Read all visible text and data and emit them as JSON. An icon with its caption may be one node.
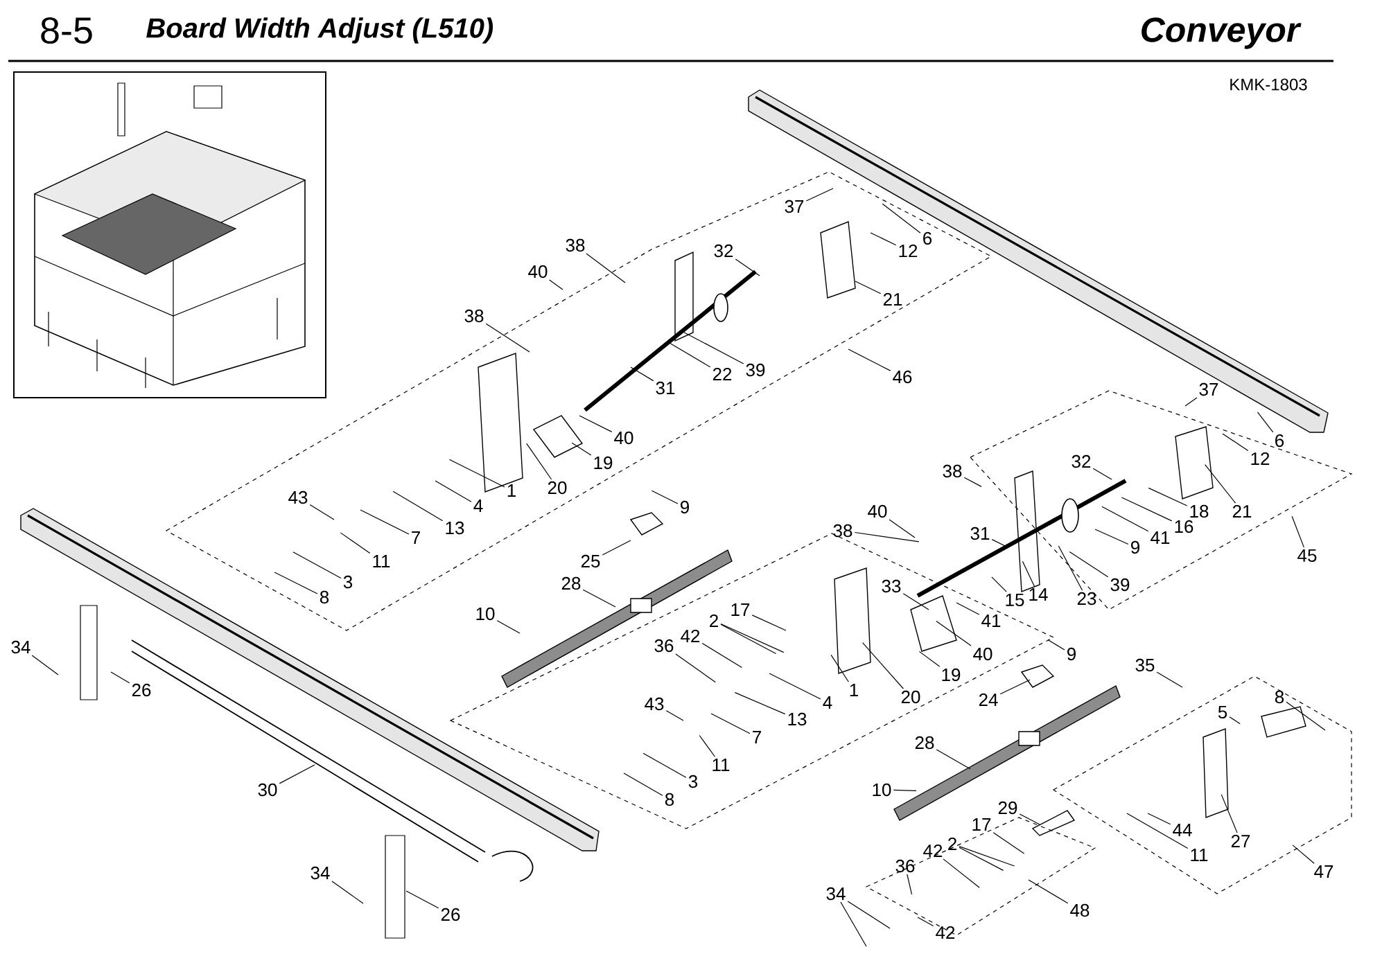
{
  "diagram": {
    "title": "Board Width Adjust (L510)",
    "nodes": [
      {
        "text": [
          "37"
        ]
      },
      {
        "text": [
          "12"
        ]
      },
      {
        "text": [
          "6"
        ]
      },
      {
        "text": [
          "21"
        ]
      },
      {
        "text": [
          "32"
        ]
      },
      {
        "text": [
          "38"
        ]
      },
      {
        "text": [
          "40"
        ]
      },
      {
        "text": [
          "38"
        ]
      },
      {
        "text": [
          "22"
        ]
      },
      {
        "text": [
          "39"
        ]
      },
      {
        "text": [
          "31"
        ]
      },
      {
        "text": [
          "46"
        ]
      },
      {
        "text": [
          "40"
        ]
      },
      {
        "text": [
          "19"
        ]
      },
      {
        "text": [
          "20"
        ]
      },
      {
        "text": [
          "1"
        ]
      },
      {
        "text": [
          "4"
        ]
      },
      {
        "text": [
          "13"
        ]
      },
      {
        "text": [
          "7"
        ]
      },
      {
        "text": [
          "43"
        ]
      },
      {
        "text": [
          "11"
        ]
      },
      {
        "text": [
          "3"
        ]
      },
      {
        "text": [
          "8"
        ]
      },
      {
        "text": [
          "9"
        ]
      },
      {
        "text": [
          "25"
        ]
      },
      {
        "text": [
          "28"
        ]
      },
      {
        "text": [
          "10"
        ]
      },
      {
        "text": [
          "37"
        ]
      },
      {
        "text": [
          "6"
        ]
      },
      {
        "text": [
          "12"
        ]
      },
      {
        "text": [
          "32"
        ]
      },
      {
        "text": [
          "38"
        ]
      },
      {
        "text": [
          "18"
        ]
      },
      {
        "text": [
          "21"
        ]
      },
      {
        "text": [
          "16"
        ]
      },
      {
        "text": [
          "41"
        ]
      },
      {
        "text": [
          "9"
        ]
      },
      {
        "text": [
          "45"
        ]
      },
      {
        "text": [
          "40"
        ]
      },
      {
        "text": [
          "38"
        ]
      },
      {
        "text": [
          "31"
        ]
      },
      {
        "text": [
          "39"
        ]
      },
      {
        "text": [
          "14"
        ]
      },
      {
        "text": [
          "23"
        ]
      },
      {
        "text": [
          "15"
        ]
      },
      {
        "text": [
          "33"
        ]
      },
      {
        "text": [
          "41"
        ]
      },
      {
        "text": [
          "40"
        ]
      },
      {
        "text": [
          "19"
        ]
      },
      {
        "text": [
          "20"
        ]
      },
      {
        "text": [
          "1"
        ]
      },
      {
        "text": [
          "17"
        ]
      },
      {
        "text": [
          "2"
        ]
      },
      {
        "text": [
          "42"
        ]
      },
      {
        "text": [
          "36"
        ]
      },
      {
        "text": [
          "43"
        ]
      },
      {
        "text": [
          "13"
        ]
      },
      {
        "text": [
          "4"
        ]
      },
      {
        "text": [
          "7"
        ]
      },
      {
        "text": [
          "11"
        ]
      },
      {
        "text": [
          "3"
        ]
      },
      {
        "text": [
          "8"
        ]
      },
      {
        "text": [
          "9"
        ]
      },
      {
        "text": [
          "24"
        ]
      },
      {
        "text": [
          "35"
        ]
      },
      {
        "text": [
          "8"
        ]
      },
      {
        "text": [
          "5"
        ]
      },
      {
        "text": [
          "28"
        ]
      },
      {
        "text": [
          "10"
        ]
      },
      {
        "text": [
          "29"
        ]
      },
      {
        "text": [
          "17"
        ]
      },
      {
        "text": [
          "44"
        ]
      },
      {
        "text": [
          "27"
        ]
      },
      {
        "text": [
          "11"
        ]
      },
      {
        "text": [
          "47"
        ]
      },
      {
        "text": [
          "2"
        ]
      },
      {
        "text": [
          "42"
        ]
      },
      {
        "text": [
          "36"
        ]
      },
      {
        "text": [
          "48"
        ]
      },
      {
        "text": [
          "34"
        ]
      },
      {
        "text": [
          "42"
        ]
      },
      {
        "text": [
          "34"
        ]
      },
      {
        "text": [
          "26"
        ]
      },
      {
        "text": [
          "30"
        ]
      },
      {
        "text": [
          "34"
        ]
      },
      {
        "text": [
          "26"
        ]
      }
    ],
    "edges": [
      {
        "from": 0,
        "to": null,
        "arrow": "none"
      },
      {
        "from": 1,
        "to": null,
        "arrow": "none"
      },
      {
        "from": 2,
        "to": null,
        "arrow": "none"
      },
      {
        "from": 3,
        "to": null,
        "arrow": "none"
      },
      {
        "from": 4,
        "to": null,
        "arrow": "none"
      },
      {
        "from": 5,
        "to": null,
        "arrow": "none"
      },
      {
        "from": 6,
        "to": null,
        "arrow": "none"
      },
      {
        "from": 7,
        "to": null,
        "arrow": "none"
      },
      {
        "from": 8,
        "to": null,
        "arrow": "none"
      },
      {
        "from": 9,
        "to": null,
        "arrow": "none"
      },
      {
        "from": 10,
        "to": null,
        "arrow": "none"
      },
      {
        "from": 11,
        "to": null,
        "arrow": "none"
      },
      {
        "from": 12,
        "to": null,
        "arrow": "none"
      },
      {
        "from": 13,
        "to": null,
        "arrow": "none"
      },
      {
        "from": 14,
        "to": null,
        "arrow": "none"
      },
      {
        "from": 15,
        "to": null,
        "arrow": "none"
      },
      {
        "from": 16,
        "to": null,
        "arrow": "none"
      },
      {
        "from": 17,
        "to": null,
        "arrow": "none"
      },
      {
        "from": 18,
        "to": null,
        "arrow": "none"
      },
      {
        "from": 19,
        "to": null,
        "arrow": "none"
      },
      {
        "from": 20,
        "to": null,
        "arrow": "none"
      },
      {
        "from": 21,
        "to": null,
        "arrow": "none"
      },
      {
        "from": 22,
        "to": null,
        "arrow": "none"
      },
      {
        "from": 23,
        "to": null,
        "arrow": "none"
      },
      {
        "from": 24,
        "to": null,
        "arrow": "none"
      },
      {
        "from": 25,
        "to": null,
        "arrow": "none"
      },
      {
        "from": 26,
        "to": null,
        "arrow": "none"
      },
      {
        "from": 27,
        "to": null,
        "arrow": "none"
      },
      {
        "from": 28,
        "to": null,
        "arrow": "none"
      },
      {
        "from": 29,
        "to": null,
        "arrow": "none"
      },
      {
        "from": 30,
        "to": null,
        "arrow": "none"
      },
      {
        "from": 31,
        "to": null,
        "arrow": "none"
      },
      {
        "from": 32,
        "to": null,
        "arrow": "none"
      },
      {
        "from": 33,
        "to": null,
        "arrow": "none"
      },
      {
        "from": 34,
        "to": null,
        "arrow": "none"
      },
      {
        "from": 35,
        "to": null,
        "arrow": "none"
      },
      {
        "from": 36,
        "to": null,
        "arrow": "none"
      },
      {
        "from": 37,
        "to": null,
        "arrow": "none"
      },
      {
        "from": 38,
        "to": null,
        "arrow": "none"
      },
      {
        "from": 39,
        "to": null,
        "arrow": "none"
      },
      {
        "from": 40,
        "to": null,
        "arrow": "none"
      },
      {
        "from": 41,
        "to": null,
        "arrow": "none"
      },
      {
        "from": 42,
        "to": null,
        "arrow": "none"
      },
      {
        "from": 43,
        "to": null,
        "arrow": "none"
      },
      {
        "from": 44,
        "to": null,
        "arrow": "none"
      },
      {
        "from": 45,
        "to": null,
        "arrow": "none"
      },
      {
        "from": 46,
        "to": null,
        "arrow": "none"
      },
      {
        "from": 47,
        "to": null,
        "arrow": "none"
      },
      {
        "from": 48,
        "to": null,
        "arrow": "none"
      },
      {
        "from": 49,
        "to": null,
        "arrow": "none"
      },
      {
        "from": 50,
        "to": null,
        "arrow": "none"
      },
      {
        "from": 51,
        "to": null,
        "arrow": "none"
      },
      {
        "from": 52,
        "to": null,
        "arrow": "none"
      },
      {
        "from": 52,
        "to": null,
        "arrow": "none"
      },
      {
        "from": 53,
        "to": null,
        "arrow": "none"
      },
      {
        "from": 54,
        "to": null,
        "arrow": "none"
      },
      {
        "from": 55,
        "to": null,
        "arrow": "none"
      },
      {
        "from": 56,
        "to": null,
        "arrow": "none"
      },
      {
        "from": 57,
        "to": null,
        "arrow": "none"
      },
      {
        "from": 58,
        "to": null,
        "arrow": "none"
      },
      {
        "from": 59,
        "to": null,
        "arrow": "none"
      },
      {
        "from": 60,
        "to": null,
        "arrow": "none"
      },
      {
        "from": 61,
        "to": null,
        "arrow": "none"
      },
      {
        "from": 62,
        "to": null,
        "arrow": "none"
      },
      {
        "from": 63,
        "to": null,
        "arrow": "none"
      },
      {
        "from": 64,
        "to": null,
        "arrow": "none"
      },
      {
        "from": 65,
        "to": null,
        "arrow": "none"
      },
      {
        "from": 66,
        "to": null,
        "arrow": "none"
      },
      {
        "from": 67,
        "to": null,
        "arrow": "none"
      },
      {
        "from": 68,
        "to": null,
        "arrow": "none"
      },
      {
        "from": 69,
        "to": null,
        "arrow": "none"
      },
      {
        "from": 70,
        "to": null,
        "arrow": "none"
      },
      {
        "from": 71,
        "to": null,
        "arrow": "none"
      },
      {
        "from": 72,
        "to": null,
        "arrow": "none"
      },
      {
        "from": 73,
        "to": null,
        "arrow": "none"
      },
      {
        "from": 74,
        "to": null,
        "arrow": "none"
      },
      {
        "from": 75,
        "to": null,
        "arrow": "none"
      },
      {
        "from": 75,
        "to": null,
        "arrow": "none"
      },
      {
        "from": 76,
        "to": null,
        "arrow": "none"
      },
      {
        "from": 77,
        "to": null,
        "arrow": "none"
      },
      {
        "from": 78,
        "to": null,
        "arrow": "none"
      },
      {
        "from": 79,
        "to": null,
        "arrow": "none"
      },
      {
        "from": 79,
        "to": null,
        "arrow": "none"
      },
      {
        "from": 80,
        "to": null,
        "arrow": "none"
      },
      {
        "from": 81,
        "to": null,
        "arrow": "none"
      },
      {
        "from": 82,
        "to": null,
        "arrow": "none"
      },
      {
        "from": 83,
        "to": null,
        "arrow": "none"
      },
      {
        "from": 84,
        "to": null,
        "arrow": "none"
      },
      {
        "from": 85,
        "to": null,
        "arrow": "none"
      }
    ],
    "labels": [
      "8-5",
      "Conveyor",
      "KMK-1803"
    ]
  }
}
